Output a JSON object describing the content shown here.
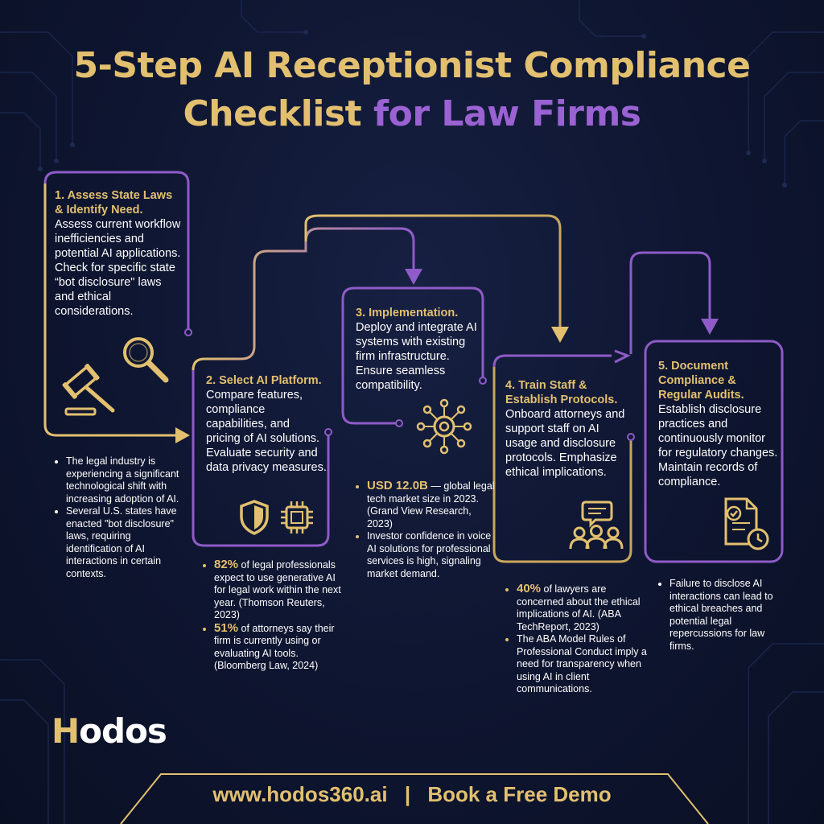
{
  "title": {
    "line1": "5-Step AI Receptionist Compliance",
    "line2_gold": "Checklist",
    "line2_purple": "for Law Firms"
  },
  "colors": {
    "gold": "#e2c06f",
    "purple": "#8e5bc8",
    "background": "#0e1530"
  },
  "steps": [
    {
      "heading": "1. Assess State Laws & Identify Need.",
      "body": "Assess current workflow inefficiencies and potential AI applications. Check for specific state “bot disclosure\" laws and ethical considerations.",
      "icons": [
        "magnifier-icon",
        "gavel-icon"
      ]
    },
    {
      "heading": "2. Select AI Platform.",
      "body": "Compare features, compliance capabilities, and pricing of AI solutions. Evaluate security and data privacy measures.",
      "icons": [
        "shield-icon",
        "chip-icon"
      ]
    },
    {
      "heading": "3. Implementation.",
      "body": "Deploy and integrate AI systems with existing firm infrastructure. Ensure seamless compatibility.",
      "icons": [
        "network-gear-icon"
      ]
    },
    {
      "heading": "4. Train Staff & Establish Protocols.",
      "body": "Onboard attorneys and support staff on AI usage and disclosure protocols. Emphasize ethical implications.",
      "icons": [
        "team-chat-icon"
      ]
    },
    {
      "heading": "5. Document Compliance & Regular Audits.",
      "body": "Establish disclosure practices and continuously monitor for regulatory changes. Maintain records of compliance.",
      "icons": [
        "document-clock-icon"
      ]
    }
  ],
  "notes": {
    "step1": [
      "The legal industry is experiencing a significant technological shift with increasing adoption of AI.",
      "Several U.S. states have enacted \"bot disclosure\" laws, requiring identification of AI interactions in certain contexts."
    ],
    "step2": [
      {
        "stat": "82%",
        "text": " of legal professionals expect to use generative AI for legal work within the next year. (Thomson Reuters, 2023)"
      },
      {
        "stat": "51%",
        "text": " of attorneys say their firm is currently using or evaluating AI tools. (Bloomberg Law, 2024)"
      }
    ],
    "step3": [
      {
        "stat": "USD 12.0B",
        "text": " — global legal tech market size in 2023. (Grand View Research, 2023)"
      },
      {
        "stat": "",
        "text": "Investor confidence in voice AI solutions for professional services is high, signaling market demand."
      }
    ],
    "step4": [
      {
        "stat": "40%",
        "text": " of lawyers are concerned about the ethical implications of AI. (ABA TechReport, 2023)"
      },
      {
        "stat": "",
        "text": "The ABA Model Rules of Professional Conduct imply a need for transparency when using AI in client communications."
      }
    ],
    "step5": [
      "Failure to disclose AI interactions can lead to ethical breaches and potential legal repercussions for law firms."
    ]
  },
  "logo": {
    "first_letter": "H",
    "rest": "odos"
  },
  "footer": {
    "url": "www.hodos360.ai",
    "separator": "|",
    "cta": "Book a Free Demo"
  }
}
